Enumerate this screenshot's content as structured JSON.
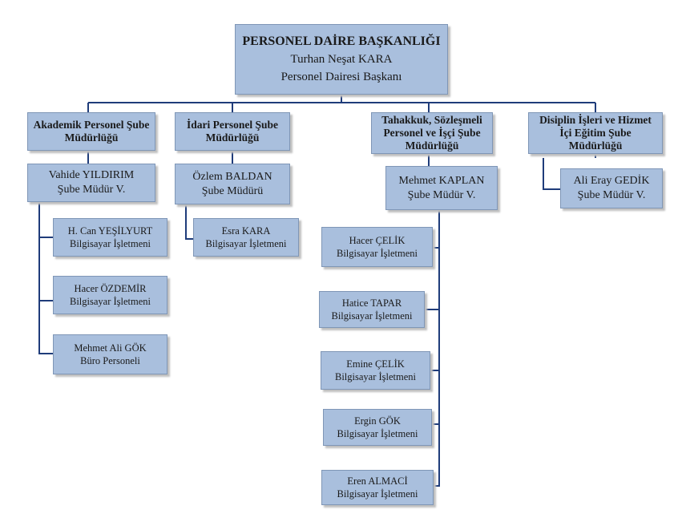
{
  "root": {
    "title": "PERSONEL DAİRE BAŞKANLIĞI",
    "name": "Turhan Neşat KARA",
    "role": "Personel Dairesi Başkanı"
  },
  "departments": [
    {
      "title": "Akademik Personel Şube Müdürlüğü",
      "manager": {
        "name": "Vahide YILDIRIM",
        "role": "Şube Müdür V."
      },
      "staff": [
        {
          "name": "H. Can YEŞİLYURT",
          "role": "Bilgisayar İşletmeni"
        },
        {
          "name": "Hacer ÖZDEMİR",
          "role": "Bilgisayar İşletmeni"
        },
        {
          "name": "Mehmet Ali GÖK",
          "role": "Büro Personeli"
        }
      ]
    },
    {
      "title": "İdari Personel Şube Müdürlüğü",
      "manager": {
        "name": "Özlem BALDAN",
        "role": "Şube Müdürü"
      },
      "staff": [
        {
          "name": "Esra KARA",
          "role": "Bilgisayar İşletmeni"
        }
      ]
    },
    {
      "title": "Tahakkuk, Sözleşmeli Personel ve İşçi Şube Müdürlüğü",
      "manager": {
        "name": "Mehmet KAPLAN",
        "role": "Şube Müdür V."
      },
      "staff": [
        {
          "name": "Hacer ÇELİK",
          "role": "Bilgisayar İşletmeni"
        },
        {
          "name": "Hatice TAPAR",
          "role": "Bilgisayar İşletmeni"
        },
        {
          "name": "Emine ÇELİK",
          "role": "Bilgisayar İşletmeni"
        },
        {
          "name": "Ergin GÖK",
          "role": "Bilgisayar İşletmeni"
        },
        {
          "name": "Eren ALMACİ",
          "role": "Bilgisayar İşletmeni"
        }
      ]
    },
    {
      "title": "Disiplin İşleri ve Hizmet İçi Eğitim Şube Müdürlüğü",
      "manager": {
        "name": "Ali Eray GEDİK",
        "role": "Şube Müdür V."
      },
      "staff": []
    }
  ],
  "colors": {
    "box_fill": "#a9bfdd",
    "box_border": "#7f96b6",
    "connector": "#1f3c7a"
  }
}
